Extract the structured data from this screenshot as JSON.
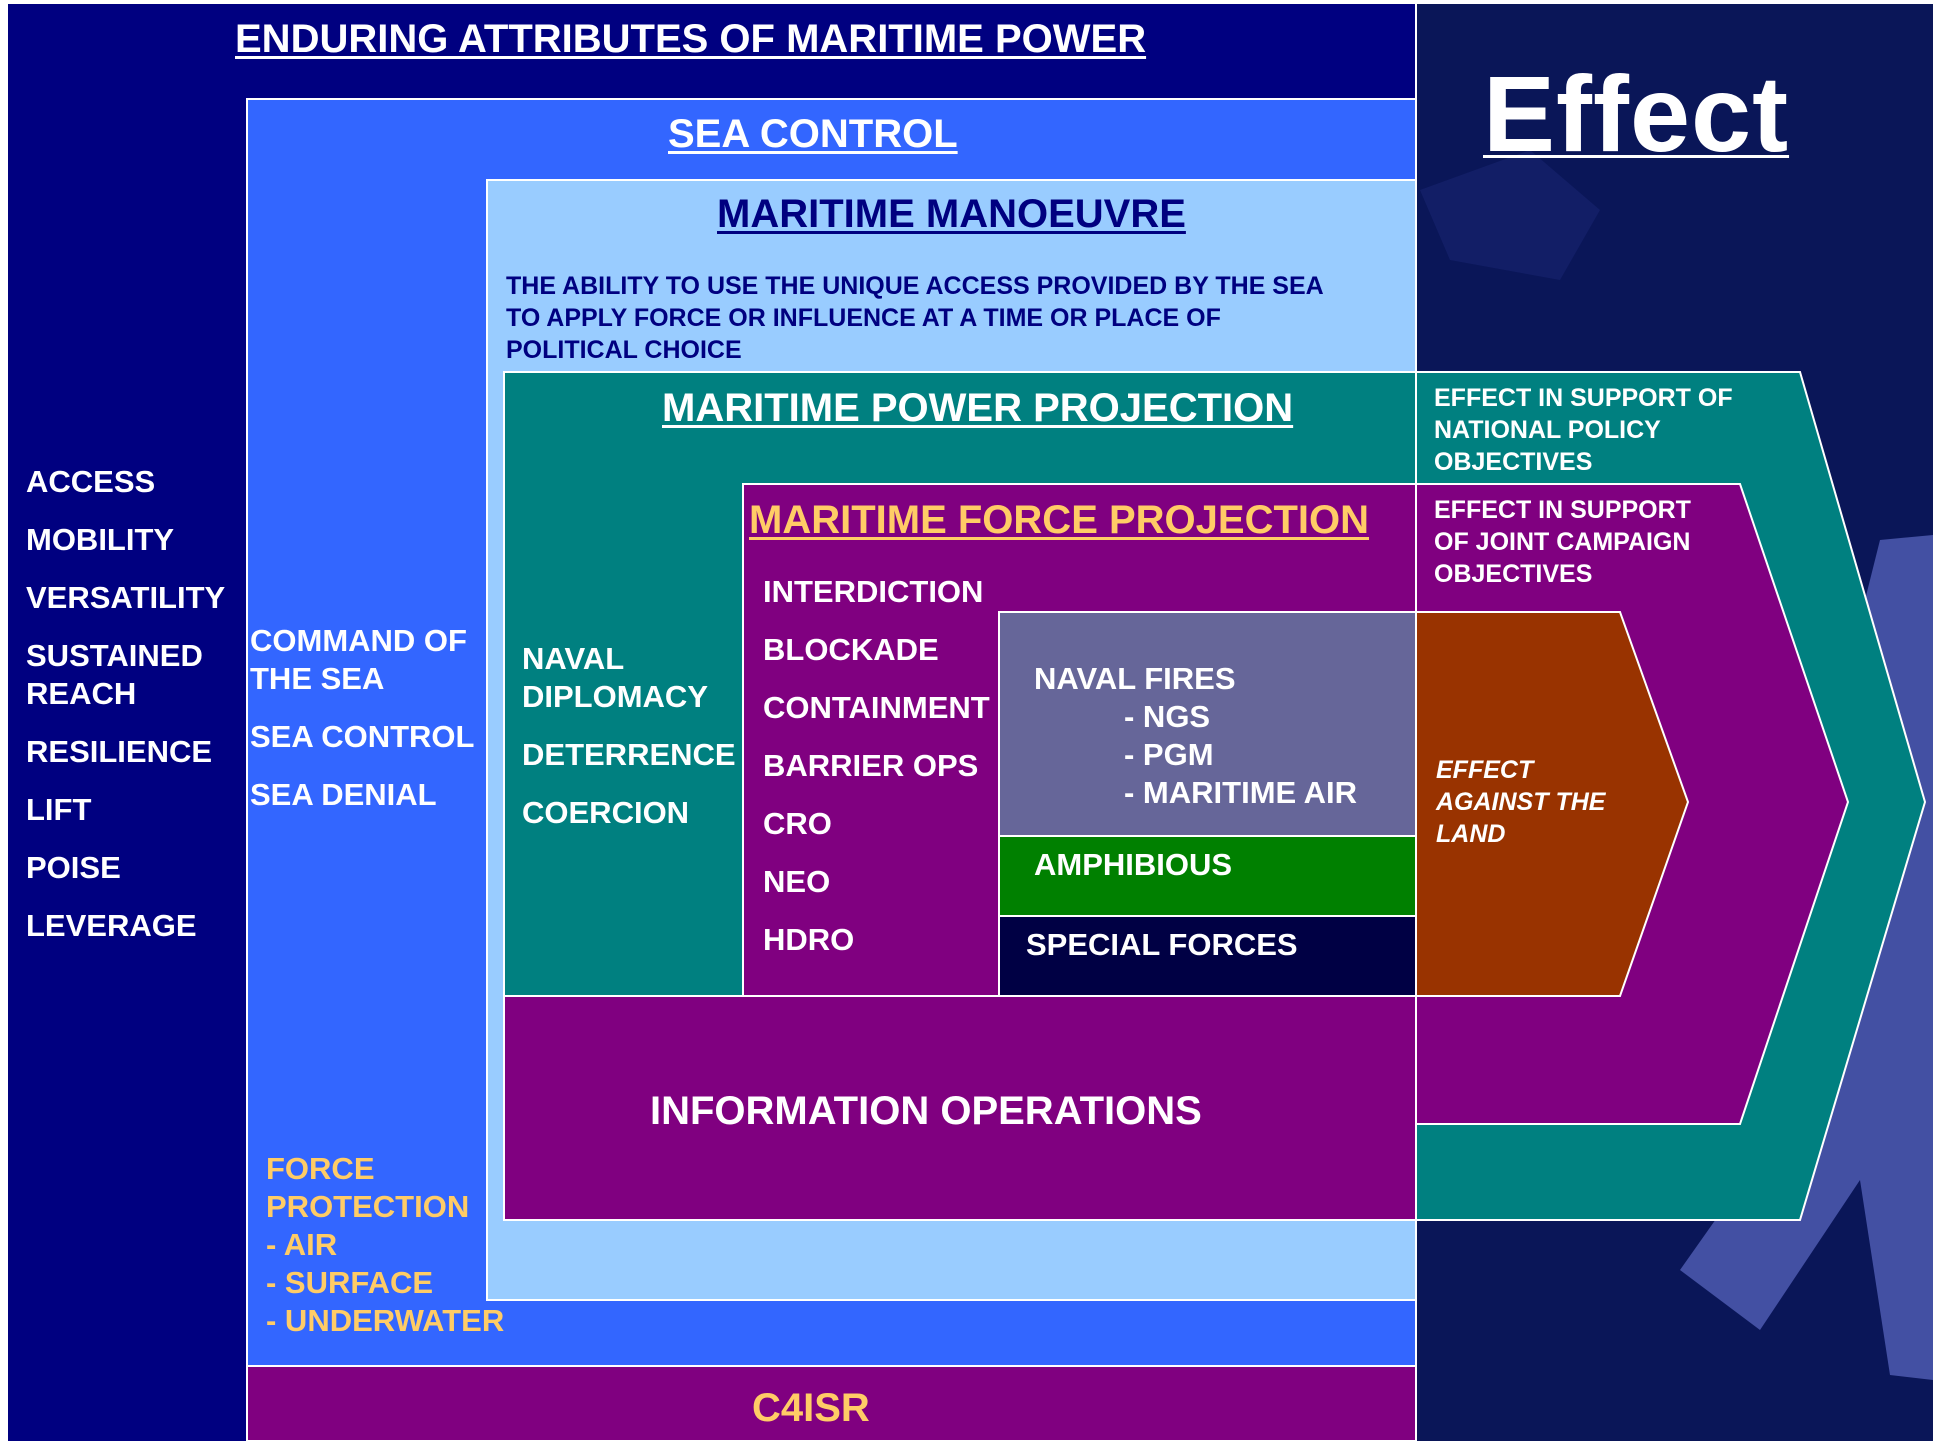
{
  "colors": {
    "navy": "#000080",
    "effect_bg": "#0a1658",
    "blue": "#3366ff",
    "light_blue": "#99ccff",
    "teal": "#008080",
    "purple": "#800080",
    "slate": "#666699",
    "green": "#008000",
    "dark_navy": "#000044",
    "rust": "#993300",
    "gold": "#ffcc66",
    "white": "#ffffff",
    "dark_blue_text": "#000080"
  },
  "header": {
    "title": "ENDURING ATTRIBUTES OF MARITIME POWER"
  },
  "effect": {
    "title": "Effect"
  },
  "attributes": [
    "ACCESS",
    "MOBILITY",
    "VERSATILITY",
    "SUSTAINED",
    "REACH",
    "RESILIENCE",
    "LIFT",
    "POISE",
    "LEVERAGE"
  ],
  "sea_control": {
    "title": "SEA CONTROL",
    "items": [
      "COMMAND OF",
      "THE SEA",
      "SEA CONTROL",
      "SEA DENIAL"
    ],
    "force_protection": [
      "FORCE",
      "PROTECTION",
      "- AIR",
      "- SURFACE",
      "- UNDERWATER"
    ]
  },
  "maritime_manoeuvre": {
    "title": "MARITIME MANOEUVRE",
    "description": [
      "THE ABILITY TO USE THE UNIQUE ACCESS PROVIDED BY THE SEA",
      "TO APPLY FORCE OR INFLUENCE AT A TIME OR PLACE OF",
      "POLITICAL CHOICE"
    ]
  },
  "power_projection": {
    "title": "MARITIME POWER PROJECTION",
    "items": [
      "NAVAL",
      "DIPLOMACY",
      "DETERRENCE",
      "COERCION"
    ],
    "effect": [
      "EFFECT IN SUPPORT OF",
      "NATIONAL POLICY",
      "OBJECTIVES"
    ]
  },
  "force_projection": {
    "title": "MARITIME FORCE PROJECTION",
    "items": [
      "INTERDICTION",
      "BLOCKADE",
      "CONTAINMENT",
      "BARRIER OPS",
      "CRO",
      "NEO",
      "HDRO"
    ],
    "effect": [
      "EFFECT IN SUPPORT",
      "OF JOINT CAMPAIGN",
      "OBJECTIVES"
    ]
  },
  "naval_fires": {
    "title": "NAVAL FIRES",
    "items": [
      "- NGS",
      "- PGM",
      "- MARITIME AIR"
    ]
  },
  "amphibious": {
    "label": "AMPHIBIOUS"
  },
  "special_forces": {
    "label": "SPECIAL FORCES"
  },
  "land_effect": {
    "lines": [
      "EFFECT",
      "AGAINST THE",
      "LAND"
    ]
  },
  "information_operations": {
    "label": "INFORMATION OPERATIONS"
  },
  "c4isr": {
    "label": "C4ISR"
  }
}
